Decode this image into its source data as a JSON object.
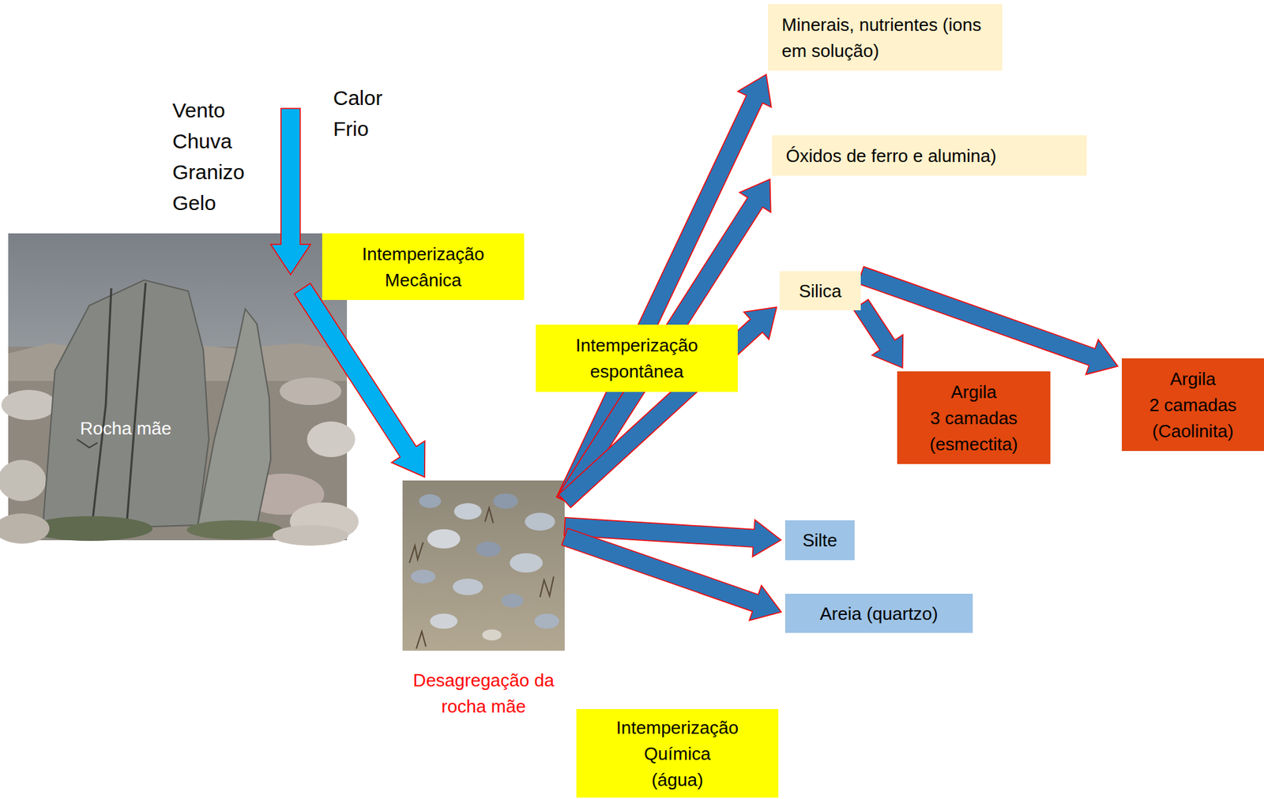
{
  "diagram": {
    "nodes": [
      {
        "text": [
          "Minerais, nutrientes (ions em solução)"
        ]
      },
      {
        "text": [
          "Óxidos de ferro e alumina)"
        ]
      },
      {
        "text": [
          "Rocha mãe"
        ]
      },
      {
        "text": [
          "Intemperização Mecânica"
        ]
      },
      {
        "text": [
          "Silica"
        ]
      },
      {
        "text": [
          "Intemperização espontânea"
        ]
      },
      {
        "text": [
          "Argila",
          "3 camadas (esmectita)"
        ]
      },
      {
        "text": [
          "Argila",
          "2 camadas (Caolinita)"
        ]
      },
      {
        "text": [
          "Desagregação da rocha mãe"
        ]
      },
      {
        "text": [
          "Silte"
        ]
      },
      {
        "text": [
          "Areia (quartzo)"
        ]
      },
      {
        "text": [
          "Intemperização Química (água)"
        ]
      }
    ],
    "edges": [
      {
        "from": 2,
        "to": 8,
        "arrow": "to"
      },
      {
        "from": 8,
        "to": 0,
        "arrow": "to"
      },
      {
        "from": 8,
        "to": 1,
        "arrow": "to"
      },
      {
        "from": 8,
        "to": 4,
        "arrow": "to"
      },
      {
        "from": 4,
        "to": 6,
        "arrow": "to"
      },
      {
        "from": 4,
        "to": 7,
        "arrow": "to"
      },
      {
        "from": 8,
        "to": 9,
        "arrow": "to"
      },
      {
        "from": 8,
        "to": 10,
        "arrow": "to"
      }
    ],
    "labels": [
      "Vento",
      "Chuva",
      "Granizo",
      "Gelo",
      "Calor",
      "Frio"
    ]
  }
}
